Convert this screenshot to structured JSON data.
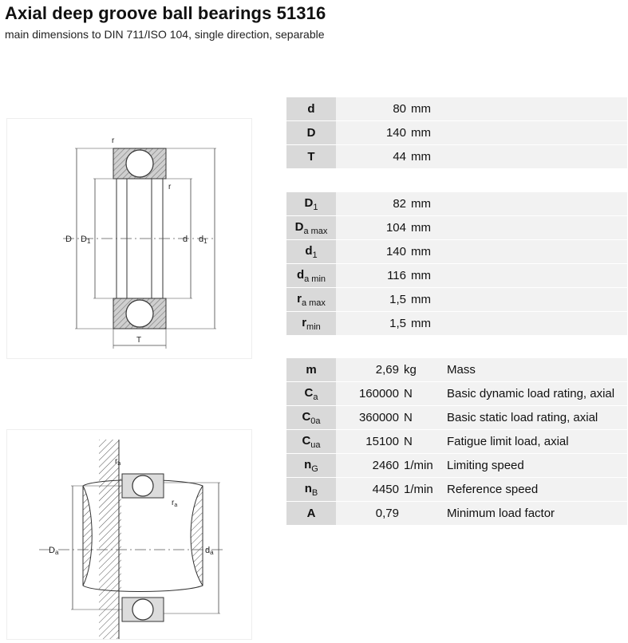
{
  "header": {
    "title": "Axial deep groove ball bearings 51316",
    "subtitle": "main dimensions to DIN 711/ISO 104, single direction, separable"
  },
  "drawing1": {
    "labels": {
      "D": "D",
      "D1": "D",
      "D1_sub": "1",
      "d": "d",
      "d1": "d",
      "d1_sub": "1",
      "r_top": "r",
      "r_mid": "r",
      "T": "T"
    }
  },
  "drawing2": {
    "labels": {
      "Da": "D",
      "Da_sub": "a",
      "da": "d",
      "da_sub": "a",
      "ra1": "r",
      "ra1_sub": "a",
      "ra2": "r",
      "ra2_sub": "a"
    }
  },
  "group1": [
    {
      "sym": "d",
      "sub": "",
      "value": "80",
      "unit": "mm",
      "desc": ""
    },
    {
      "sym": "D",
      "sub": "",
      "value": "140",
      "unit": "mm",
      "desc": ""
    },
    {
      "sym": "T",
      "sub": "",
      "value": "44",
      "unit": "mm",
      "desc": ""
    }
  ],
  "group2": [
    {
      "sym": "D",
      "sub": "1",
      "value": "82",
      "unit": "mm",
      "desc": ""
    },
    {
      "sym": "D",
      "sub": "a max",
      "value": "104",
      "unit": "mm",
      "desc": ""
    },
    {
      "sym": "d",
      "sub": "1",
      "value": "140",
      "unit": "mm",
      "desc": ""
    },
    {
      "sym": "d",
      "sub": "a min",
      "value": "116",
      "unit": "mm",
      "desc": ""
    },
    {
      "sym": "r",
      "sub": "a max",
      "value": "1,5",
      "unit": "mm",
      "desc": ""
    },
    {
      "sym": "r",
      "sub": "min",
      "value": "1,5",
      "unit": "mm",
      "desc": ""
    }
  ],
  "group3": [
    {
      "sym": "m",
      "sub": "",
      "value": "2,69",
      "unit": "kg",
      "desc": "Mass"
    },
    {
      "sym": "C",
      "sub": "a",
      "value": "160000",
      "unit": "N",
      "desc": "Basic dynamic load rating, axial"
    },
    {
      "sym": "C",
      "sub": "0a",
      "value": "360000",
      "unit": "N",
      "desc": "Basic static load rating, axial"
    },
    {
      "sym": "C",
      "sub": "ua",
      "value": "15100",
      "unit": "N",
      "desc": "Fatigue limit load, axial"
    },
    {
      "sym": "n",
      "sub": "G",
      "value": "2460",
      "unit": "1/min",
      "desc": "Limiting speed"
    },
    {
      "sym": "n",
      "sub": "B",
      "value": "4450",
      "unit": "1/min",
      "desc": "Reference speed"
    },
    {
      "sym": "A",
      "sub": "",
      "value": "0,79",
      "unit": "",
      "desc": "Minimum load factor"
    }
  ]
}
